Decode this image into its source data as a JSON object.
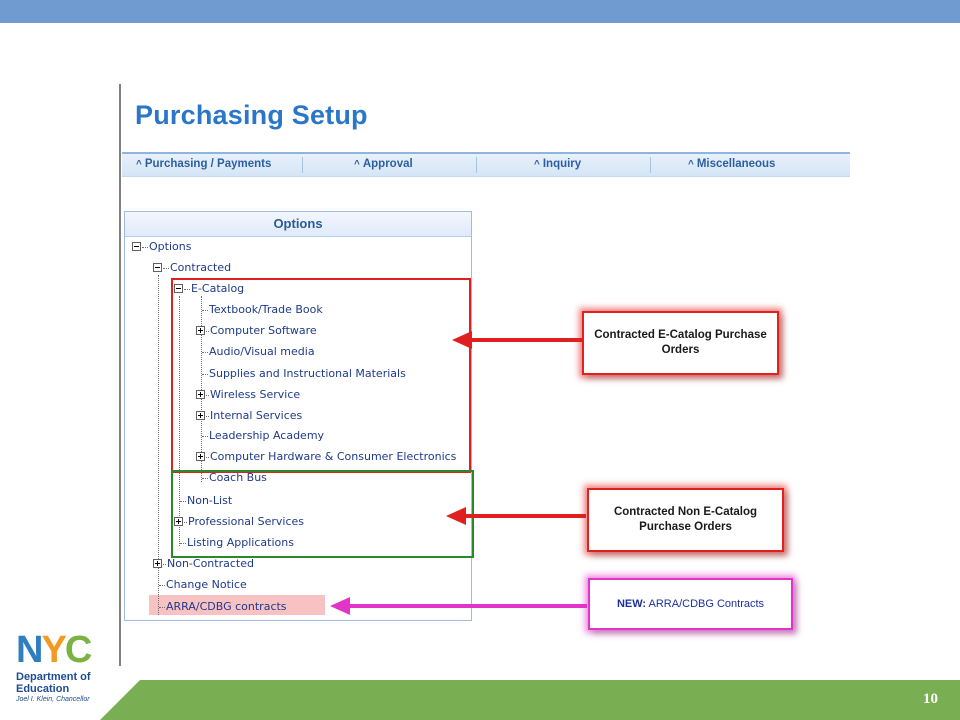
{
  "page": {
    "title": "Purchasing Setup",
    "page_number": "10"
  },
  "nav": {
    "items": [
      {
        "label": "Purchasing / Payments"
      },
      {
        "label": "Approval"
      },
      {
        "label": "Inquiry"
      },
      {
        "label": "Miscellaneous"
      }
    ]
  },
  "options": {
    "header": "Options",
    "tree": {
      "root": "Options",
      "contracted": "Contracted",
      "ecatalog": "E-Catalog",
      "textbook": "Textbook/Trade Book",
      "software": "Computer Software",
      "av": "Audio/Visual media",
      "supplies": "Supplies and Instructional Materials",
      "wireless": "Wireless Service",
      "internal": "Internal Services",
      "leadership": "Leadership Academy",
      "hardware": "Computer Hardware & Consumer Electronics",
      "coach": "Coach Bus",
      "nonlist": "Non-List",
      "professional": "Professional Services",
      "listing": "Listing Applications",
      "noncontracted": "Non-Contracted",
      "change": "Change Notice",
      "arra": "ARRA/CDBG contracts"
    }
  },
  "callouts": {
    "ecatalog": "Contracted E-Catalog Purchase Orders",
    "nonecatalog": "Contracted Non E-Catalog Purchase Orders",
    "arra_prefix": "NEW:",
    "arra_text": " ARRA/CDBG Contracts"
  },
  "logo": {
    "letters": [
      "N",
      "Y",
      "C"
    ],
    "department_line1": "Department of",
    "department_line2": "Education",
    "chancellor": "Joel I. Klein, Chancellor"
  },
  "colors": {
    "top_bar": "#6f9bd1",
    "title": "#2a77c9",
    "footer": "#7aae52",
    "red_box": "#e02020",
    "green_box": "#2a8a2a",
    "pink": "#e234c8",
    "logo_n": "#2f7fc0",
    "logo_y": "#f39a24",
    "logo_c": "#7bb242"
  }
}
